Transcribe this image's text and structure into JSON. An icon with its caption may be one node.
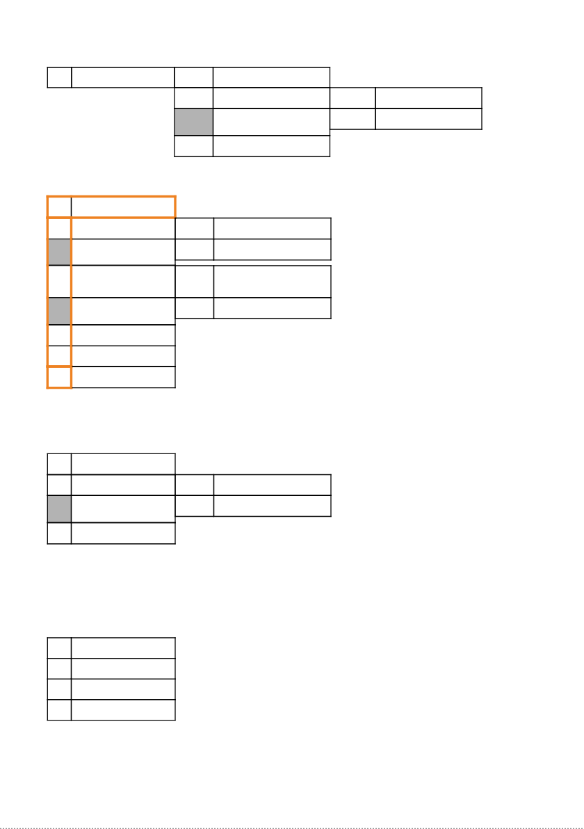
{
  "diagram": {
    "nodes": [
      {
        "text": [],
        "shape": "box"
      },
      {
        "text": [],
        "shape": "box"
      },
      {
        "text": [],
        "shape": "box"
      },
      {
        "text": [],
        "shape": "box"
      },
      {
        "text": [],
        "shape": "box"
      },
      {
        "text": [],
        "shape": "box"
      },
      {
        "text": [],
        "shape": "box"
      },
      {
        "text": [],
        "shape": "box"
      },
      {
        "text": [],
        "shape": "box"
      },
      {
        "text": [],
        "shape": "box"
      },
      {
        "text": [],
        "shape": "box"
      },
      {
        "text": [],
        "shape": "box"
      },
      {
        "text": [],
        "shape": "box"
      },
      {
        "text": [],
        "shape": "box"
      },
      {
        "text": [],
        "shape": "box"
      },
      {
        "text": [],
        "shape": "box"
      },
      {
        "text": [],
        "shape": "box"
      },
      {
        "text": [],
        "shape": "box"
      },
      {
        "text": [],
        "shape": "box"
      },
      {
        "text": [],
        "shape": "box"
      },
      {
        "text": [],
        "shape": "box"
      },
      {
        "text": [],
        "shape": "box"
      },
      {
        "text": [],
        "shape": "box"
      },
      {
        "text": [],
        "shape": "box"
      },
      {
        "text": [],
        "shape": "box"
      },
      {
        "text": [],
        "shape": "box"
      },
      {
        "text": [],
        "shape": "box"
      },
      {
        "text": [],
        "shape": "box"
      },
      {
        "text": [],
        "shape": "box"
      },
      {
        "text": [],
        "shape": "box"
      },
      {
        "text": [],
        "shape": "box"
      },
      {
        "text": [],
        "shape": "box"
      },
      {
        "text": [],
        "shape": "box"
      },
      {
        "text": [],
        "shape": "box"
      },
      {
        "text": [],
        "shape": "box"
      },
      {
        "text": [],
        "shape": "box"
      },
      {
        "text": [],
        "shape": "box"
      },
      {
        "text": [],
        "shape": "box"
      },
      {
        "text": [],
        "shape": "box"
      },
      {
        "text": [],
        "shape": "box"
      },
      {
        "text": [],
        "shape": "box"
      },
      {
        "text": [],
        "shape": "box"
      },
      {
        "text": [],
        "shape": "box"
      },
      {
        "text": [],
        "shape": "box"
      },
      {
        "text": [],
        "shape": "box"
      },
      {
        "text": [],
        "shape": "box"
      },
      {
        "text": [],
        "shape": "box"
      },
      {
        "text": [],
        "shape": "box"
      },
      {
        "text": [],
        "shape": "box"
      },
      {
        "text": [],
        "shape": "box"
      },
      {
        "text": [],
        "shape": "box"
      },
      {
        "text": [],
        "shape": "box"
      },
      {
        "text": [],
        "shape": "box"
      },
      {
        "text": [],
        "shape": "box"
      },
      {
        "text": [],
        "shape": "box"
      },
      {
        "text": [],
        "shape": "box"
      },
      {
        "text": [],
        "shape": "box"
      },
      {
        "text": [],
        "shape": "box"
      }
    ]
  }
}
